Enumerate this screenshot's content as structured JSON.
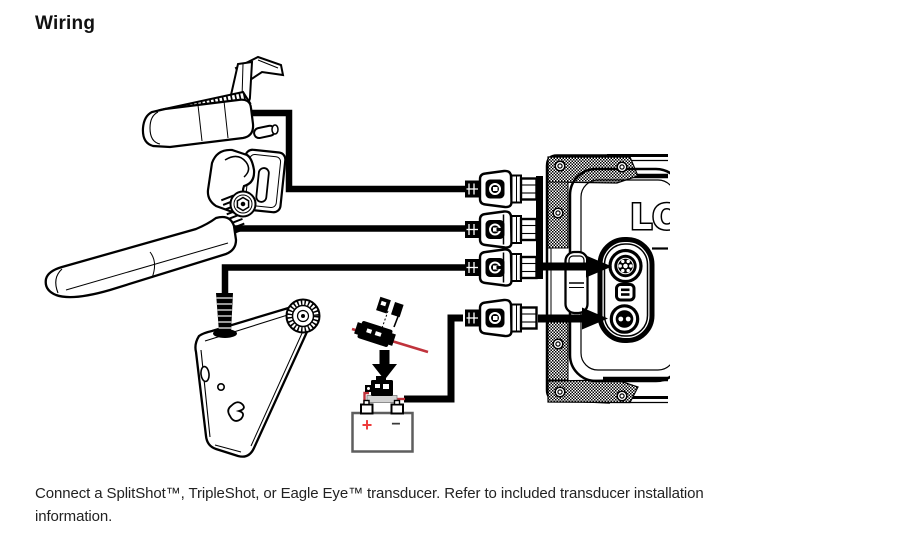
{
  "page": {
    "title": "Wiring"
  },
  "caption": {
    "line1": "Connect a SplitShot™, TripleShot, or Eagle Eye™ transducer. Refer to included transducer installation",
    "line2": "information."
  },
  "diagram": {
    "display": {
      "logo_text": "LO"
    },
    "battery": {
      "positive_label": "+",
      "negative_label": "−"
    },
    "components": {
      "transducer_top": "splitshot-transducer",
      "transducer_middle": "tripleshot-transducer",
      "transducer_bottom": "eagle-eye-transducer",
      "plugs": [
        "transducer-plug-1",
        "transducer-plug-2",
        "transducer-plug-3",
        "power-plug"
      ],
      "display_ports": [
        "sonar-port",
        "card-slot",
        "power-port"
      ],
      "power_chain": [
        "inline-fuse-exploded",
        "down-arrow",
        "inline-fuse-installed",
        "battery"
      ]
    },
    "colors": {
      "line": "#000000",
      "wire_red": "#c0333c",
      "battery_plus_red": "#ee3b3b",
      "battery_outline": "#5e5e5e",
      "platform_gray": "#d2d2d2"
    }
  }
}
